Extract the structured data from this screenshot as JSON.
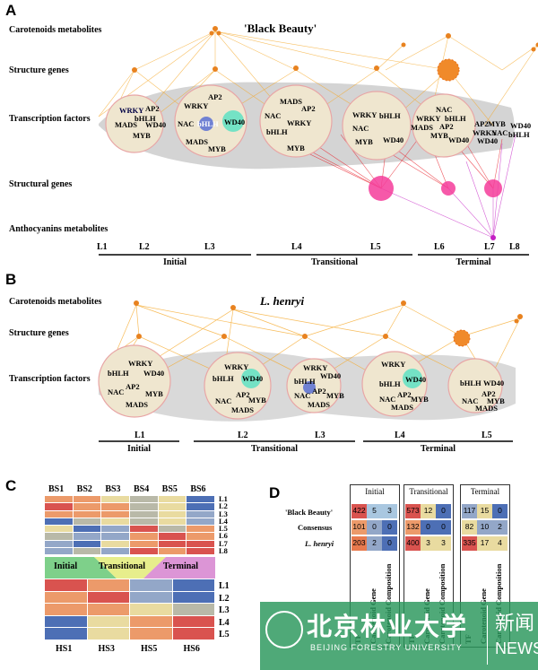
{
  "panelA": {
    "letter": "A",
    "title": "'Black Beauty'",
    "row_labels": [
      "Carotenoids metabolites",
      "Structure genes",
      "Transcription factors",
      "Structural genes",
      "Anthocyanins metabolites"
    ],
    "ticks": [
      "L1",
      "L2",
      "L3",
      "L4",
      "L5",
      "L6",
      "L7",
      "L8"
    ],
    "stages": [
      "Initial",
      "Transitional",
      "Terminal"
    ],
    "clusters": [
      [
        "WRKY",
        "AP2",
        "bHLH",
        "MADS",
        "WD40",
        "MYB"
      ],
      [
        "AP2",
        "WRKY",
        "NAC",
        "bHLH",
        "WD40",
        "MADS",
        "MYB"
      ],
      [
        "MADS",
        "AP2",
        "NAC",
        "WRKY",
        "bHLH",
        "MYB"
      ],
      [
        "WRKY",
        "bHLH",
        "NAC",
        "MYB",
        "WD40"
      ],
      [
        "NAC",
        "WRKY",
        "bHLH",
        "MADS",
        "AP2",
        "MYB",
        "WD40"
      ],
      [
        "AP2",
        "MYB",
        "WD40",
        "WRKY",
        "bHLH",
        "NAC",
        "WD40"
      ]
    ]
  },
  "panelB": {
    "letter": "B",
    "title": "L. henryi",
    "row_labels": [
      "Carotenoids metabolites",
      "Structure genes",
      "Transcription factors"
    ],
    "ticks": [
      "L1",
      "L2",
      "L3",
      "L4",
      "L5"
    ],
    "stages": [
      "Initial",
      "Transitional",
      "Terminal"
    ],
    "clusters": [
      [
        "WRKY",
        "bHLH",
        "WD40",
        "NAC",
        "AP2",
        "MYB",
        "MADS"
      ],
      [
        "WRKY",
        "bHLH",
        "WD40",
        "NAC",
        "AP2",
        "MYB",
        "MADS"
      ],
      [
        "WRKY",
        "bHLH",
        "WD40",
        "NAC",
        "AP2",
        "MYB",
        "MADS"
      ],
      [
        "WRKY",
        "bHLH",
        "WD40",
        "NAC",
        "AP2",
        "MYB",
        "MADS"
      ],
      [
        "bHLH",
        "WD40",
        "NAC",
        "AP2",
        "MYB",
        "MADS"
      ]
    ]
  },
  "panelC": {
    "letter": "C",
    "top_cols": [
      "BS1",
      "BS2",
      "BS3",
      "BS4",
      "BS5",
      "BS6"
    ],
    "top_rows": [
      "L1",
      "L2",
      "L3",
      "L4",
      "L5",
      "L6",
      "L7",
      "L8"
    ],
    "stages": [
      "Initial",
      "Transitional",
      "Terminal"
    ],
    "bottom_rows": [
      "L1",
      "L2",
      "L3",
      "L4",
      "L5"
    ],
    "bottom_cols": [
      "HS1",
      "HS3",
      "HS5",
      "HS6"
    ],
    "colors": {
      "red": "#d9534f",
      "orange": "#ec9a6a",
      "yellow": "#e9dba0",
      "grey": "#b9b9a8",
      "blue": "#4d6fb5",
      "lightblue": "#93a7c8"
    }
  },
  "panelD": {
    "letter": "D",
    "groups": [
      "Initial",
      "Transitional",
      "Terminal"
    ],
    "row_labels": [
      "'Black Beauty'",
      "Consensus",
      "L. henryi"
    ],
    "col_labels": [
      "TF",
      "Carotenoid Gene",
      "Carotenoid Composition"
    ],
    "values": [
      [
        [
          "422",
          "5",
          "3"
        ],
        [
          "573",
          "12",
          "0"
        ],
        [
          "117",
          "15",
          "0"
        ]
      ],
      [
        [
          "101",
          "0",
          "0"
        ],
        [
          "132",
          "0",
          "0"
        ],
        [
          "82",
          "10",
          "2"
        ]
      ],
      [
        [
          "203",
          "2",
          "0"
        ],
        [
          "400",
          "3",
          "3"
        ],
        [
          "335",
          "17",
          "4"
        ]
      ]
    ]
  },
  "watermark": {
    "cn_name": "北京林业大学",
    "en_name": "BEIJING FORESTRY UNIVERSITY",
    "cn_news": "新闻",
    "en_news": "NEWS"
  }
}
